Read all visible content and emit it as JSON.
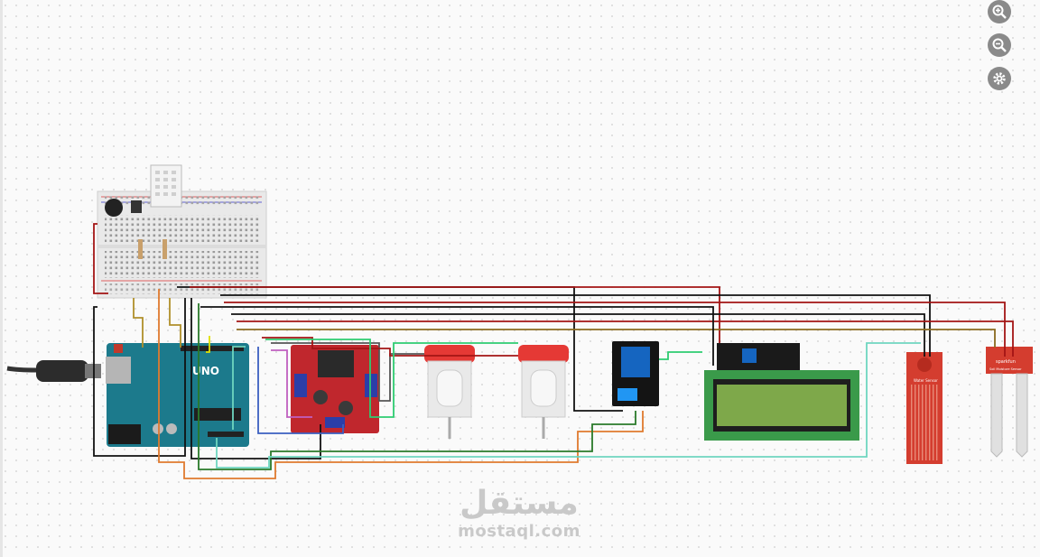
{
  "toolbar": {
    "zoom_in": "zoom-in-icon",
    "zoom_out": "zoom-out-icon",
    "settings": "gear-icon"
  },
  "components": {
    "arduino_label": "UNO",
    "water_sensor_label": "Water Sensor",
    "soil_brand": "sparkfun",
    "soil_label": "Soil Moisture Sensor"
  },
  "watermark": {
    "logo": "مستقل",
    "url": "mostaql.com"
  },
  "colors": {
    "arduino": "#1c7a8c",
    "driver": "#c0272d",
    "relay": "#1565c0",
    "lcd_screen": "#7ea84a",
    "wire_red": "#a31515",
    "wire_black": "#111111"
  }
}
